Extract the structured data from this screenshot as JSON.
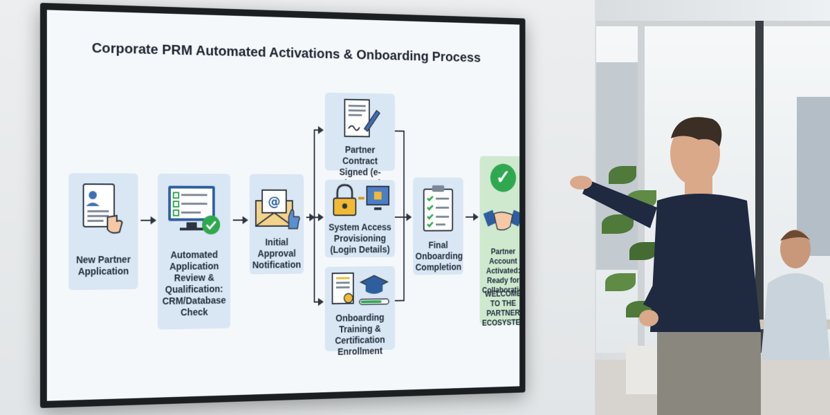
{
  "slide": {
    "title": "Corporate PRM Automated Activations & Onboarding Process",
    "steps": [
      {
        "label": "New Partner Application",
        "icon": "application-form-icon"
      },
      {
        "label": "Automated Application Review & Qualification: CRM/Database Check",
        "icon": "monitor-check-icon"
      },
      {
        "label": "Initial Approval Notification",
        "icon": "email-thumbs-up-icon"
      },
      {
        "label": "Partner Contract Signed (e-Signature)",
        "icon": "contract-signature-icon"
      },
      {
        "label": "System Access Provisioning (Login Details)",
        "icon": "lock-key-icon"
      },
      {
        "label": "Onboarding Training & Certification Enrollment",
        "icon": "certificate-graduation-icon"
      },
      {
        "label": "Final Onboarding Completion",
        "icon": "checklist-clipboard-icon"
      },
      {
        "label": "Partner Account Activated: Ready for Collaboration",
        "icon": "handshake-icon"
      }
    ],
    "welcome": "WELCOME TO THE PARTNER ECOSYSTEM!",
    "colors": {
      "card": "#d9e6f3",
      "final_card": "#cfe9cf",
      "check": "#2fa84f",
      "arrow": "#2b3440"
    }
  }
}
